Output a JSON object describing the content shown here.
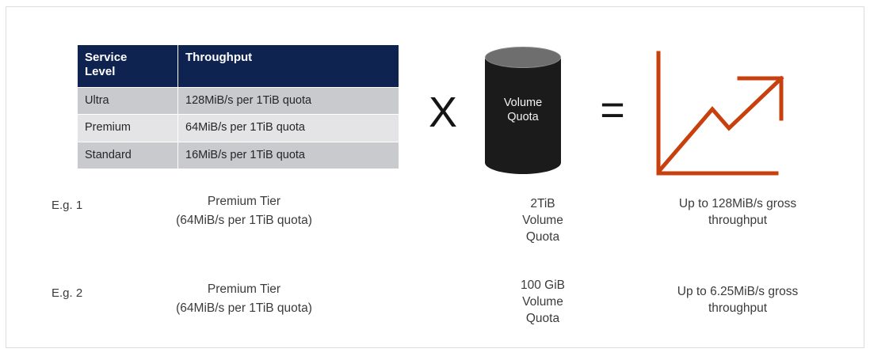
{
  "table": {
    "headers": [
      "Service Level",
      "Throughput"
    ],
    "header_level_line1": "Service",
    "header_level_line2": "Level",
    "header_throughput": "Throughput",
    "rows": [
      {
        "level": "Ultra",
        "throughput": "128MiB/s per 1TiB quota"
      },
      {
        "level": "Premium",
        "throughput": "64MiB/s per 1TiB quota"
      },
      {
        "level": "Standard",
        "throughput": "16MiB/s per 1TiB quota"
      }
    ]
  },
  "operators": {
    "times": "X",
    "equals": "="
  },
  "cylinder": {
    "label_line1": "Volume",
    "label_line2": "Quota",
    "body_color": "#1b1b1b",
    "top_color": "#6e6e6e"
  },
  "chart_icon": {
    "name": "line-chart-up-arrow-icon",
    "color": "#c9400f"
  },
  "examples": [
    {
      "label": "E.g. 1",
      "tier_line1": "Premium Tier",
      "tier_line2": "(64MiB/s per 1TiB quota)",
      "volume_line1": "2TiB",
      "volume_line2": "Volume",
      "volume_line3": "Quota",
      "result_line1": "Up to 128MiB/s gross",
      "result_line2": "throughput"
    },
    {
      "label": "E.g. 2",
      "tier_line1": "Premium Tier",
      "tier_line2": "(64MiB/s per 1TiB quota)",
      "volume_line1": "100 GiB",
      "volume_line2": "Volume",
      "volume_line3": "Quota",
      "result_line1": "Up to 6.25MiB/s gross",
      "result_line2": "throughput"
    }
  ],
  "colors": {
    "table_header_bg": "#0f2350",
    "row_shade": "#c9cace",
    "row_light": "#e4e4e6",
    "accent_orange": "#c9400f",
    "frame_border": "#dcdcdc"
  }
}
